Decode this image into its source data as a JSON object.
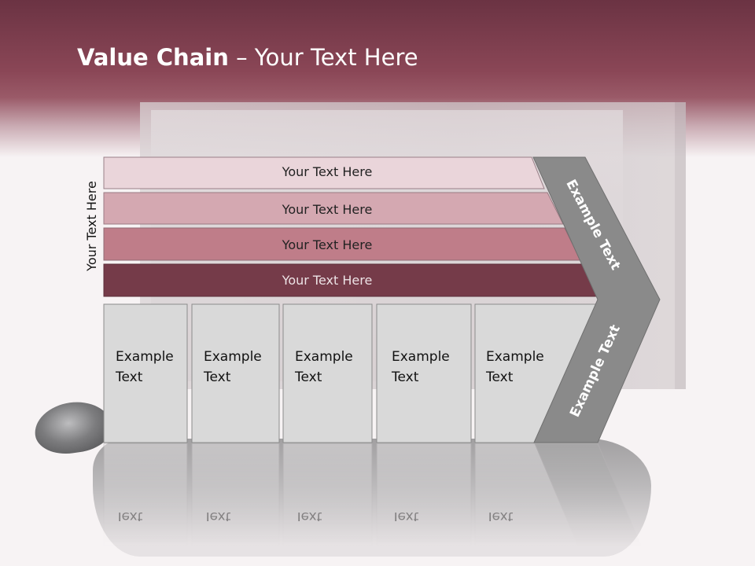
{
  "slide": {
    "title_bold": "Value Chain",
    "title_rest": " – Your Text Here",
    "side_label": "Your Text Here"
  },
  "bars": [
    {
      "label": "Your Text Here",
      "color": "#ead5da"
    },
    {
      "label": "Your Text Here",
      "color": "#d4a8b1"
    },
    {
      "label": "Your Text Here",
      "color": "#bf7d89"
    },
    {
      "label": "Your Text Here",
      "color": "#753b49"
    }
  ],
  "boxes": [
    {
      "line1": "Example",
      "line2": "Text"
    },
    {
      "line1": "Example",
      "line2": "Text"
    },
    {
      "line1": "Example",
      "line2": "Text"
    },
    {
      "line1": "Example",
      "line2": "Text"
    },
    {
      "line1": "Example",
      "line2": "Text"
    }
  ],
  "chevron": {
    "upper_label": "Example Text",
    "lower_label": "Example Text",
    "color": "#8a8a8a"
  },
  "colors": {
    "header": "#7a3d4c",
    "box_fill": "#d9d9d9",
    "box_border": "#8c8c8c"
  }
}
